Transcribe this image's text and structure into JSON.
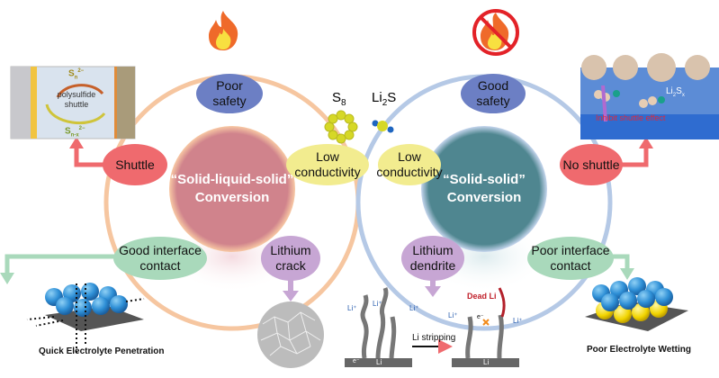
{
  "left": {
    "center": {
      "line1": "“Solid-liquid-solid”",
      "line2": "Conversion"
    },
    "nodes": {
      "safety": {
        "line1": "Poor",
        "line2": "safety"
      },
      "conductivity": {
        "line1": "Low",
        "line2": "conductivity"
      },
      "shuttle": {
        "line1": "Shuttle"
      },
      "interface": {
        "line1": "Good interface",
        "line2": "contact"
      },
      "lithium": {
        "line1": "Lithium",
        "line2": "crack"
      }
    },
    "inset_shuttle": {
      "label_line1": "polysulfide",
      "label_line2": "shuttle",
      "top_species": "S",
      "top_sub": "n",
      "top_sup": "2−",
      "bottom_species": "S",
      "bottom_sub": "n-x",
      "bottom_sup": "2−"
    },
    "caption_interface": "Quick Electrolyte Penetration",
    "colors": {
      "ring": "#f6c6a0",
      "center": "#d0838c"
    }
  },
  "right": {
    "center": {
      "line1": "“Solid-solid”",
      "line2": "Conversion"
    },
    "nodes": {
      "safety": {
        "line1": "Good",
        "line2": "safety"
      },
      "conductivity": {
        "line1": "Low",
        "line2": "conductivity"
      },
      "shuttle": {
        "line1": "No shuttle"
      },
      "interface": {
        "line1": "Poor interface",
        "line2": "contact"
      },
      "lithium": {
        "line1": "Lithium",
        "line2": "dendrite"
      }
    },
    "inset_shuttle": {
      "species": "Li",
      "species_sub": "2",
      "species2": "S",
      "species2_sub": "x",
      "effect": "Inhibit shuttle effect"
    },
    "dendrite": {
      "li_ion": "Li⁺",
      "electron": "e⁻",
      "substrate": "Li",
      "process": "Li stripping",
      "dead": "Dead Li"
    },
    "caption_interface": "Poor Electrolyte Wetting",
    "colors": {
      "ring": "#b5c9e6",
      "center": "#4f8690"
    }
  },
  "molecules": {
    "s8": "S",
    "s8_sub": "8",
    "li2s": "Li",
    "li2s_sub": "2",
    "li2s_tail": "S"
  },
  "colors": {
    "safety": "#6c7fc4",
    "conductivity": "#f2ec8f",
    "shuttle": "#ef6a6e",
    "interface": "#a9d9bb",
    "lithium": "#c7a6d4",
    "arrow_red": "#ef6a6e",
    "arrow_green": "#a9d9bb",
    "arrow_purple": "#c7a6d4"
  }
}
